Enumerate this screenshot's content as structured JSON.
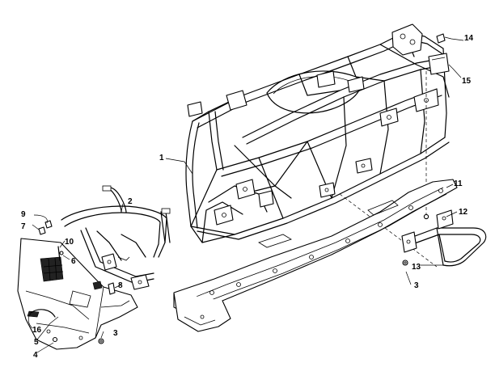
{
  "callouts": [
    {
      "id": "c1",
      "text": "1"
    },
    {
      "id": "c2",
      "text": "2"
    },
    {
      "id": "c3a",
      "text": "3"
    },
    {
      "id": "c3b",
      "text": "3"
    },
    {
      "id": "c4",
      "text": "4"
    },
    {
      "id": "c5",
      "text": "5"
    },
    {
      "id": "c6",
      "text": "6"
    },
    {
      "id": "c7",
      "text": "7"
    },
    {
      "id": "c8",
      "text": "8"
    },
    {
      "id": "c9",
      "text": "9"
    },
    {
      "id": "c10",
      "text": "10"
    },
    {
      "id": "c11",
      "text": "11"
    },
    {
      "id": "c12",
      "text": "12"
    },
    {
      "id": "c13",
      "text": "13"
    },
    {
      "id": "c14",
      "text": "14"
    },
    {
      "id": "c15",
      "text": "15"
    },
    {
      "id": "c16",
      "text": "16"
    }
  ],
  "colors": {
    "line": "#000000",
    "background": "#ffffff"
  }
}
